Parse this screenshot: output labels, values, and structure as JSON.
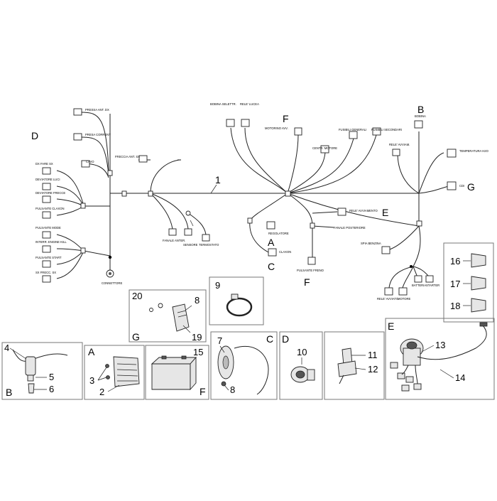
{
  "diagram": {
    "main_harness": {
      "label": "1",
      "left_connectors": [
        "PRESSA ANT. DX",
        "PRESA CORRENT",
        "CAVO",
        "DX FARE SX",
        "DEVIATORE LUCI",
        "DEVIATORE FRECCE",
        "PULSANTE CLAXON",
        "PULSANTE MODE",
        "INTERR. ENGINE KILL",
        "PULSANTE START",
        "SX FRECC. SX"
      ],
      "left_ground": "CONNETTORE",
      "center_top": "FRECCIA ANT. SX",
      "center_bottom": [
        "FANALE ANTER.",
        "SENSORE",
        "TERMOSTATO"
      ],
      "right_upper": [
        "BOBINA SELETTR.",
        "RELE' LUCEA",
        "MOTORINO AVV.",
        "FUSIBILI GENERALI",
        "FUSIBILI SECONDARI",
        "CENTR. MOTORE"
      ],
      "right_lower": [
        "REGOLATORE",
        "CLAXON",
        "RELE' AVVIAMENTO",
        "FANALE POSTERIORE",
        "PULSANTE FRENO"
      ],
      "far_right": [
        "BOBINA",
        "RELE' AVVIAM.",
        "TEMPERATURA H2O",
        "CDI",
        "SPIA BENZINA"
      ],
      "far_right_bottom": [
        "RELE' AVVIATO",
        "MOTORE",
        "BATTERIA",
        "STARTER"
      ],
      "letters": {
        "A": "A",
        "B": "B",
        "C": "C",
        "D": "D",
        "E": "E",
        "F": "F",
        "G": "G"
      }
    },
    "panels": {
      "fuses": [
        "16",
        "17",
        "18"
      ],
      "clamp": "9",
      "cdi": {
        "parts": [
          "20",
          "8",
          "19"
        ],
        "letter": "G"
      },
      "coil": {
        "parts": [
          "4",
          "5",
          "6"
        ],
        "letter": "B"
      },
      "regulator": {
        "parts": [
          "3",
          "2"
        ],
        "letter": "A"
      },
      "battery": {
        "parts": [
          "15"
        ],
        "letter": "F"
      },
      "horn": {
        "parts": [
          "7",
          "8"
        ],
        "letter": "C"
      },
      "socket": {
        "parts": [
          "10"
        ],
        "letter": "D"
      },
      "relay": {
        "parts": [
          "11",
          "12"
        ]
      },
      "ignition": {
        "parts": [
          "13",
          "14"
        ],
        "letter": "E"
      }
    }
  }
}
